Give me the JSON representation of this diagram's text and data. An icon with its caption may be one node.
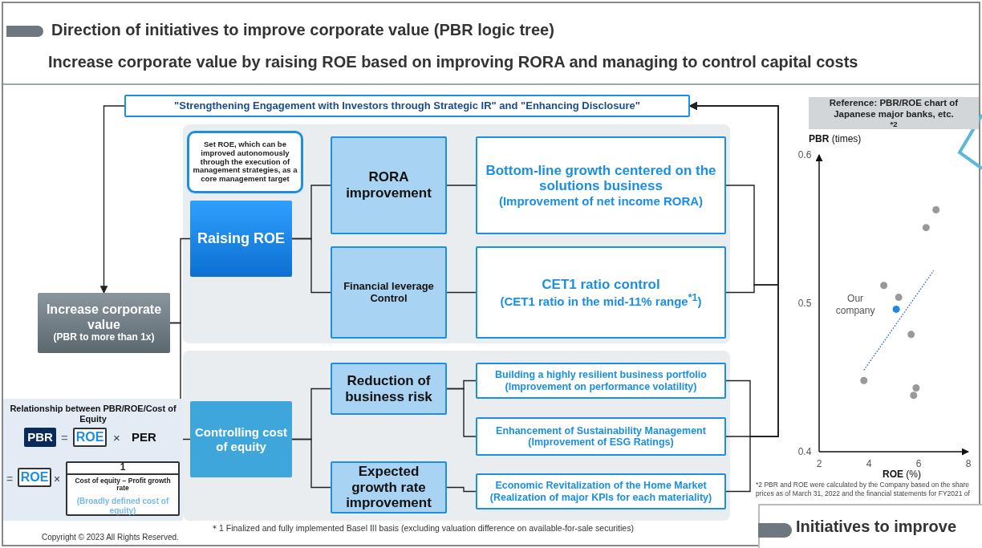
{
  "diagram": {
    "title": "Direction of initiatives to improve corporate value (PBR logic tree)",
    "nodes": [
      {
        "text": [
          "\"Strengthening Engagement with Investors through Strategic IR\" and \"Enhancing Disclosure\""
        ]
      },
      {
        "text": [
          "Set ROE, which can be improved autonomously through the execution of management strategies, as a core management target"
        ]
      },
      {
        "text": [
          "Raising ROE"
        ]
      },
      {
        "text": [
          "RORA improvement"
        ]
      },
      {
        "text": [
          "Bottom-line growth centered on the solutions business",
          "(Improvement of net income RORA)"
        ]
      },
      {
        "text": [
          "Financial leverage Control"
        ]
      },
      {
        "text": [
          "CET1 ratio control",
          "(CET1 ratio in the mid-11% range$^{*1}$)"
        ]
      },
      {
        "text": [
          "Increase corporate value",
          "(PBR to more than 1x)"
        ]
      },
      {
        "text": [
          "Reduction of business risk"
        ]
      },
      {
        "text": [
          "Building a highly resilient business portfolio",
          "(Improvement on performance volatility)"
        ]
      },
      {
        "text": [
          "Controlling cost of equity"
        ]
      },
      {
        "text": [
          "Enhancement of Sustainability Management",
          "(Improvement of ESG Ratings)"
        ]
      },
      {
        "text": [
          "Expected growth rate improvement"
        ]
      },
      {
        "text": [
          "Economic Revitalization of the Home Market",
          "(Realization of major KPIs for each materiality)"
        ]
      },
      {
        "text": [
          "Relationship between PBR/ROE/Cost of Equity"
        ]
      },
      {
        "text": [
          "PBR"
        ],
        "in": 14
      },
      {
        "text": [
          "ROE"
        ],
        "in": 14
      },
      {
        "text": [
          "ROE"
        ],
        "in": 14
      },
      {
        "text": [
          "1",
          "Cost of equity − Profit growth rate",
          "(Broadly defined cost of equity)"
        ],
        "in": 14
      }
    ],
    "edges": [
      {
        "from": 0,
        "to": 7,
        "arrow": "to"
      },
      {
        "from": 7,
        "to": 2,
        "arrow": "none"
      },
      {
        "from": 7,
        "to": 10,
        "arrow": "none"
      },
      {
        "from": 2,
        "to": 3,
        "arrow": "none"
      },
      {
        "from": 2,
        "to": 5,
        "arrow": "none"
      },
      {
        "from": 3,
        "to": 4,
        "arrow": "none"
      },
      {
        "from": 5,
        "to": 6,
        "arrow": "none"
      },
      {
        "from": 10,
        "to": 8,
        "arrow": "none"
      },
      {
        "from": 10,
        "to": 12,
        "arrow": "none"
      },
      {
        "from": 8,
        "to": 9,
        "arrow": "none"
      },
      {
        "from": 8,
        "to": 11,
        "arrow": "none"
      },
      {
        "from": 12,
        "to": 13,
        "arrow": "none"
      },
      {
        "from": 4,
        "to": 0,
        "arrow": "to"
      },
      {
        "from": 6,
        "to": 0,
        "arrow": "to"
      },
      {
        "from": 9,
        "to": 0,
        "arrow": "to"
      },
      {
        "from": 11,
        "to": 0,
        "arrow": "to"
      },
      {
        "from": 13,
        "to": 0,
        "arrow": "to"
      }
    ],
    "labels": [
      "Increase corporate value by raising ROE based on improving RORA and managing to control capital costs",
      "=",
      "×",
      "PER",
      "=",
      "×",
      "*2  PBR and ROE were calculated by the Company based on the share prices as of March 31, 2022 and the financial statements for FY2021 of",
      "＊1  Finalized and fully implemented Basel III basis (excluding valuation difference on available-for-sale securities)",
      "Copyright © 2023 All Rights Reserved.",
      "Initiatives to improve"
    ],
    "chart_data": {
      "type": "scatter",
      "title": "Reference: PBR/ROE chart of Japanese major banks, etc.$^{*2}$",
      "xlabel": "**ROE** (%)",
      "ylabel": "**PBR** (times)",
      "xlim": [
        2,
        8
      ],
      "ylim": [
        0.4,
        0.6
      ],
      "xticks": [
        2,
        4,
        6,
        8
      ],
      "yticks": [
        0.4,
        0.5,
        0.6
      ],
      "series": [
        {
          "color": "#999999",
          "x": [
            6.7,
            6.3,
            4.6,
            5.2,
            5.7,
            3.8,
            5.9,
            5.8
          ],
          "values": [
            0.563,
            0.551,
            0.512,
            0.504,
            0.479,
            0.448,
            0.443,
            0.438
          ]
        },
        {
          "color": "#1e88e5",
          "x": [
            5.1
          ],
          "values": [
            0.496
          ]
        },
        {
          "color": "#3a6fc4",
          "type": "line",
          "line_style": "dotted",
          "x": [
            3.8,
            6.6
          ],
          "values": [
            0.455,
            0.522
          ]
        }
      ],
      "annotations": [
        {
          "text": "Our company",
          "x": 5.1,
          "y": 0.496
        }
      ]
    }
  }
}
